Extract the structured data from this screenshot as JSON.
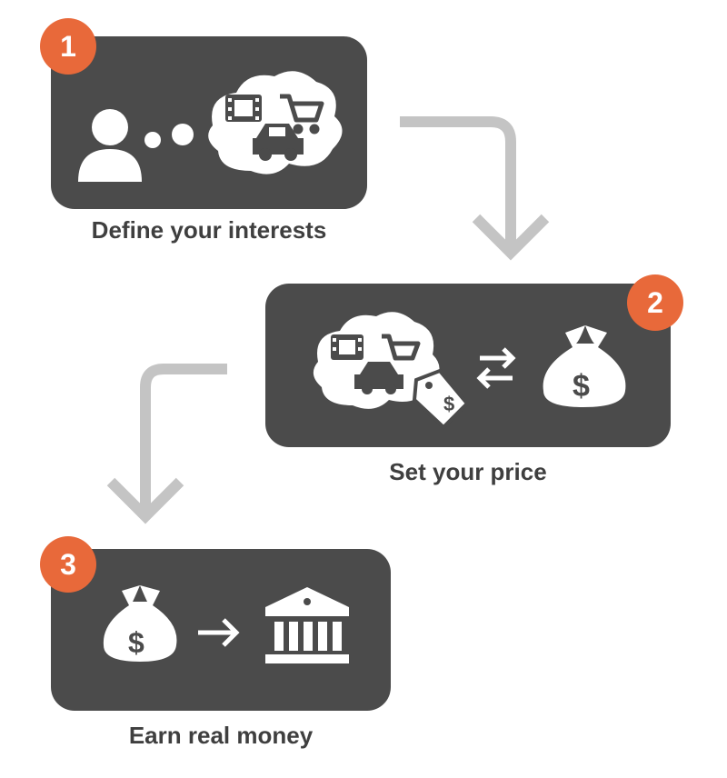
{
  "steps": [
    {
      "number": "1",
      "caption": "Define your interests"
    },
    {
      "number": "2",
      "caption": "Set your price"
    },
    {
      "number": "3",
      "caption": "Earn real money"
    }
  ],
  "colors": {
    "card": "#4b4b4b",
    "badge": "#e8693a",
    "icon": "#ffffff",
    "connector": "#c4c4c4",
    "caption": "#3f3f3f"
  },
  "icons": {
    "step1": [
      "user-icon",
      "thought-dots-icon",
      "interests-cloud-icon",
      "film-icon",
      "car-icon",
      "cart-icon"
    ],
    "step2": [
      "interests-cloud-icon",
      "price-tag-icon",
      "exchange-arrows-icon",
      "money-bag-icon"
    ],
    "step3": [
      "money-bag-icon",
      "right-arrow-icon",
      "bank-icon"
    ]
  }
}
